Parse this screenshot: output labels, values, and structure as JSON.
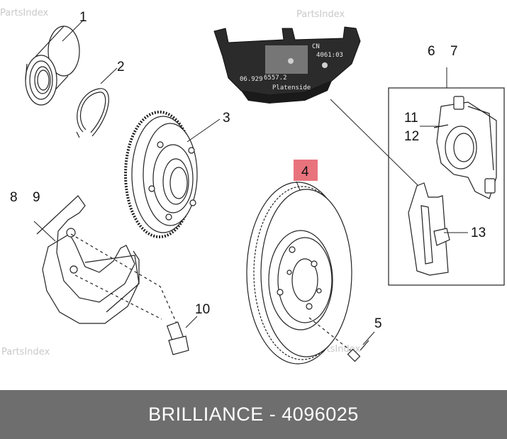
{
  "callouts": {
    "c1": "1",
    "c2": "2",
    "c3": "3",
    "c4": "4",
    "c5": "5",
    "c6": "6",
    "c7": "7",
    "c8": "8",
    "c9": "9",
    "c10": "10",
    "c11": "11",
    "c12": "12",
    "c13": "13"
  },
  "highlighted_callout": "4",
  "highlight_color": "#e8737d",
  "pad_labels": {
    "code_top": "4061:03",
    "code_left": "06.929",
    "code_mid": "6557.2",
    "brand": "Platenside",
    "letters": "CN"
  },
  "watermark": "PartsIndex",
  "footer": {
    "caption": "BRILLIANCE - 4096025",
    "background": "#6e6e6e"
  }
}
